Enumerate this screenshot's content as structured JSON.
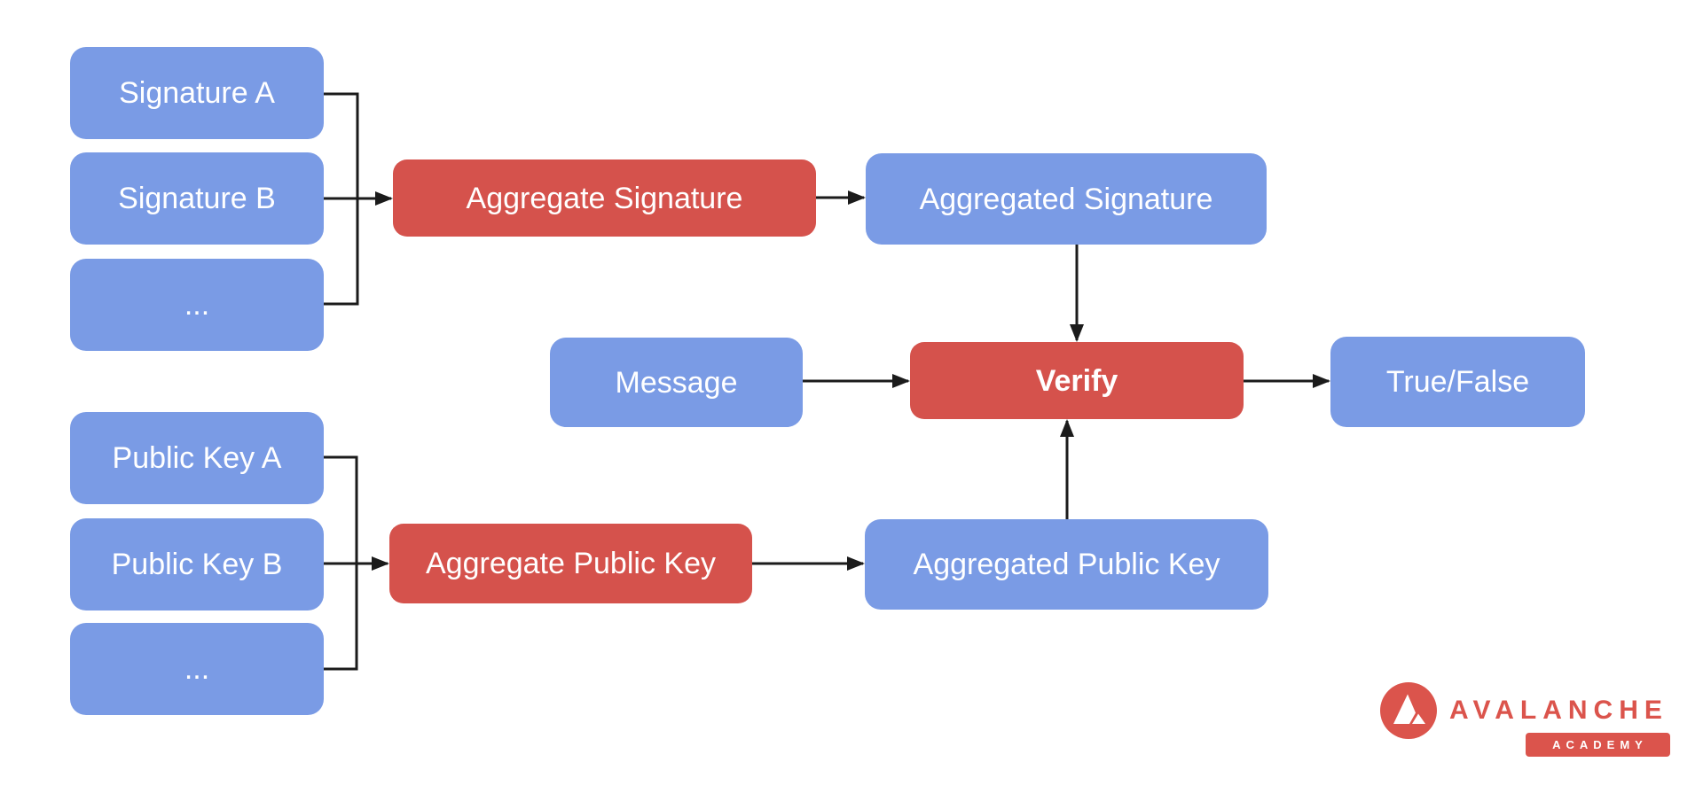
{
  "colors": {
    "blue": "#7A9BE5",
    "red": "#D5524C",
    "line": "#1B1B1B",
    "label_text": "#FFFFFF",
    "logo_red": "#DB544C"
  },
  "nodes": {
    "signature_a": "Signature A",
    "signature_b": "Signature B",
    "signature_more": "...",
    "aggregate_signature": "Aggregate Signature",
    "aggregated_signature": "Aggregated Signature",
    "message": "Message",
    "verify": "Verify",
    "true_false": "True/False",
    "public_key_a": "Public Key A",
    "public_key_b": "Public Key B",
    "public_key_more": "...",
    "aggregate_public_key": "Aggregate Public Key",
    "aggregated_public_key": "Aggregated Public Key"
  },
  "logo": {
    "brand": "AVALANCHE",
    "badge": "ACADEMY"
  }
}
